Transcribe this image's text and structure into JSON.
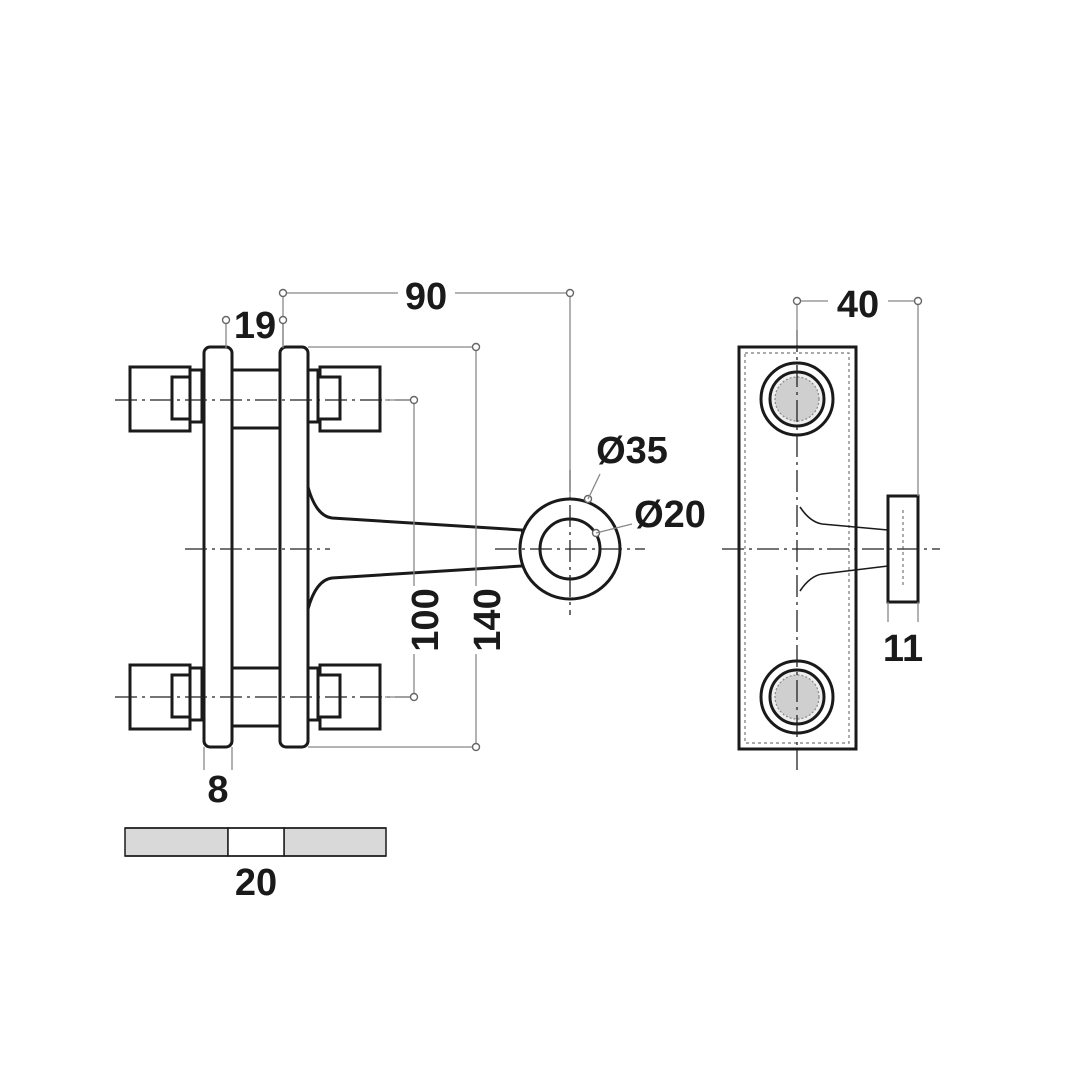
{
  "dimensions": {
    "d90": "90",
    "d19": "19",
    "d35": "Ø35",
    "d20_dia": "Ø20",
    "d100": "100",
    "d140": "140",
    "d8": "8",
    "d20": "20",
    "d40": "40",
    "d11": "11"
  },
  "colors": {
    "line": "#1a1a1a",
    "dimension": "#888888",
    "gasket": "#d9d9d9"
  }
}
